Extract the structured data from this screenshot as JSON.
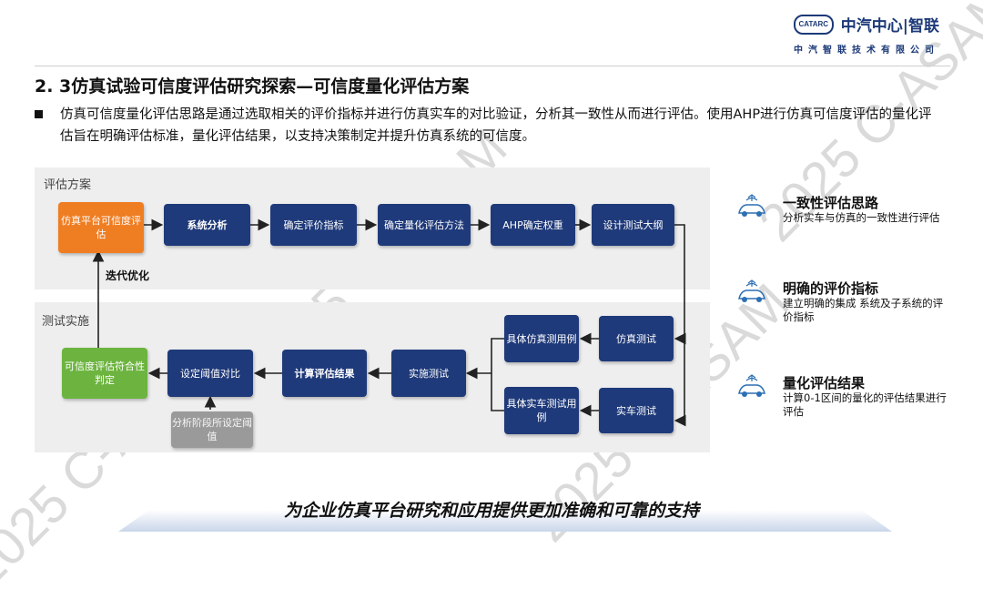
{
  "header": {
    "logo_badge": "CATARC",
    "logo_name": "中汽中心|智联",
    "logo_subtitle": "中汽智联技术有限公司"
  },
  "title": "2. 3仿真试验可信度评估研究探索—可信度量化评估方案",
  "intro": "仿真可信度量化评估思路是通过选取相关的评价指标并进行仿真实车的对比验证，分析其一致性从而进行评估。使用AHP进行仿真可信度评估的量化评估旨在明确评估标准，量化评估结果，以支持决策制定并提升仿真系统的可信度。",
  "diagram": {
    "panel_top_label": "评估方案",
    "panel_bottom_label": "测试实施",
    "loop_label": "迭代优化",
    "top_row": [
      "仿真平台可信度评估",
      "系统分析",
      "确定评价指标",
      "确定量化评估方法",
      "AHP确定权重",
      "设计测试大纲"
    ],
    "sim_case": "具体仿真测用例",
    "sim_test": "仿真测试",
    "real_case": "具体实车测试用例",
    "real_test": "实车测试",
    "implement": "实施测试",
    "calc": "计算评估结果",
    "compare": "设定阈值对比",
    "judge": "可信度评估符合性判定",
    "threshold": "分析阶段所设定阈值"
  },
  "side": [
    {
      "icon": "car-signal-icon",
      "title": "一致性评估思路",
      "desc": "分析实车与仿真的一致性进行评估"
    },
    {
      "icon": "car-signal-icon",
      "title": "明确的评价指标",
      "desc": "建立明确的集成 系统及子系统的评价指标"
    },
    {
      "icon": "car-signal-icon",
      "title": "量化评估结果",
      "desc": "计算0-1区间的量化的评估结果进行评估"
    }
  ],
  "slogan": "为企业仿真平台研究和应用提供更加准确和可靠的支持",
  "watermark": "2025 C-ASAM",
  "colors": {
    "navy": "#1f3a7a",
    "orange": "#ef7d22",
    "green": "#6cb43f",
    "gray": "#9a9a9a",
    "panel": "#eeeeee"
  }
}
